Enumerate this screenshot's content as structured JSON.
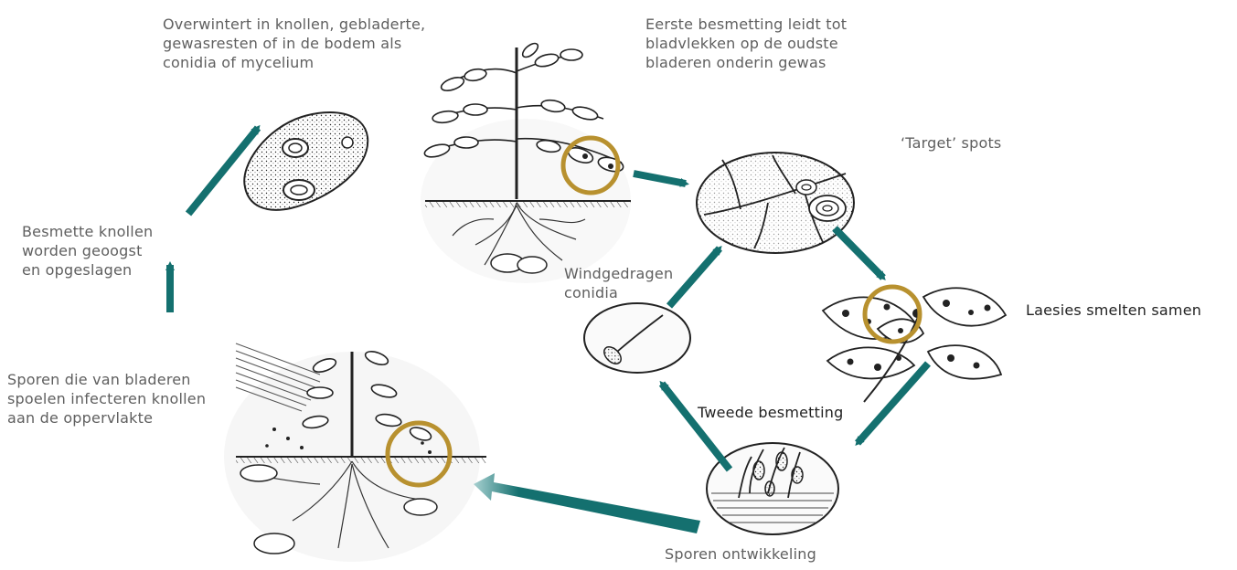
{
  "colors": {
    "arrow": "#14706f",
    "circle": "#b8912f",
    "label_grey": "#5f5f5f",
    "label_dark": "#222222"
  },
  "labels": {
    "overwintering": "Overwintert in knollen, gebladerte,\ngewasresten of in de bodem als\nconidia of mycelium",
    "first_infection": "Eerste besmetting leidt tot\nbladvlekken op de oudste\nbladeren onderin gewas",
    "target_spots": "‘Target’ spots",
    "harvested": "Besmette knollen\nworden geoogst\nen opgeslagen",
    "wind_conidia": "Windgedragen\nconidia",
    "lesions_merge": "Laesies smelten samen",
    "spores_wash": "Sporen die van bladeren\nspoelen infecteren knollen\naan de oppervlakte",
    "second_infection": "Tweede besmetting",
    "spore_development": "Sporen ontwikkeling"
  },
  "illustrations": [
    "infected-tuber",
    "potato-plant-lower-leaf-lesion",
    "leaf-target-spots-closeup",
    "leaf-merged-lesions",
    "spore-development-closeup",
    "windborne-conidium-closeup",
    "plant-rain-splash-tubers"
  ]
}
